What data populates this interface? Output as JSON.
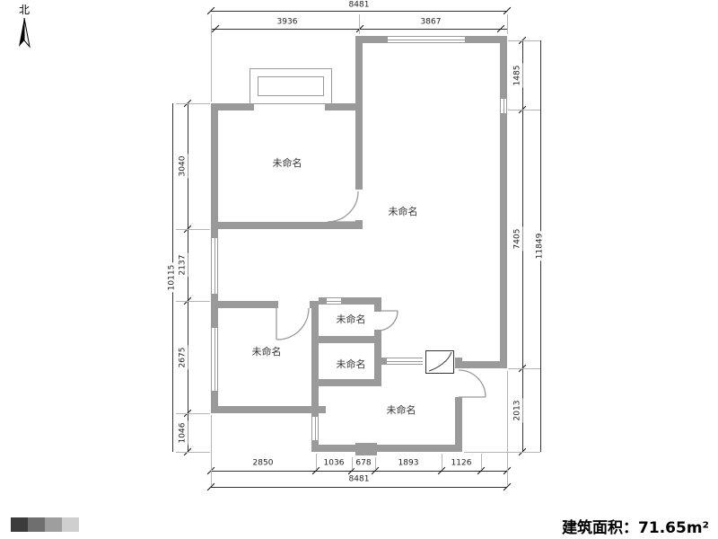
{
  "compass": {
    "label": "北"
  },
  "rooms": [
    {
      "label": "未命名"
    },
    {
      "label": "未命名"
    },
    {
      "label": "未命名"
    },
    {
      "label": "未命名"
    },
    {
      "label": "未命名"
    },
    {
      "label": "未命名"
    }
  ],
  "dims": {
    "top": {
      "total": "8481",
      "segments": [
        "3936",
        "3867"
      ]
    },
    "bottom": {
      "total": "8481",
      "segments": [
        "2850",
        "1036",
        "678",
        "1893",
        "1126"
      ]
    },
    "left": {
      "total": "10115",
      "segments": [
        "3040",
        "2137",
        "2675",
        "1046"
      ]
    },
    "right": {
      "total": "11849",
      "segments": [
        "1485",
        "7405",
        "2013"
      ]
    }
  },
  "footer": {
    "area_label": "建筑面积：71.65m²"
  },
  "legend": {
    "swatches": [
      "#3c3c3c",
      "#6f6f6f",
      "#9e9e9e",
      "#cfcfcf"
    ]
  },
  "colors": {
    "wall": "#9a9a9a",
    "dim_line": "#222222"
  }
}
